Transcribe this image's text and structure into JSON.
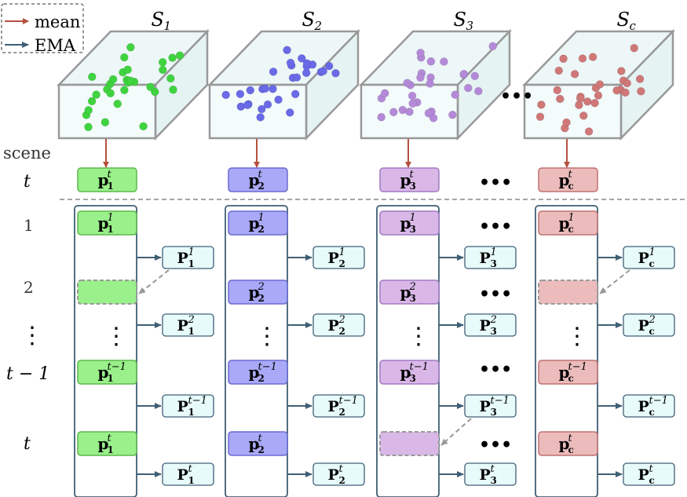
{
  "legend": {
    "mean_label": "mean",
    "ema_label": "EMA",
    "mean_color": "#b5503f",
    "ema_color": "#3f5f75"
  },
  "row_labels": {
    "scene": "scene",
    "t_top": "t",
    "r1": "1",
    "r2": "2",
    "r_dots": "⋮",
    "r_tm1": "t − 1",
    "r_t": "t"
  },
  "scenes": [
    {
      "name": "S",
      "sub": "1",
      "color": "#3fd43f",
      "fill": "#9af08a",
      "stroke": "#5cb84c",
      "missing_row": 2
    },
    {
      "name": "S",
      "sub": "2",
      "color": "#6a6ae8",
      "fill": "#a9a9f7",
      "stroke": "#6a6ad0",
      "missing_row": 0
    },
    {
      "name": "S",
      "sub": "3",
      "color": "#b48ad8",
      "fill": "#d9b8e8",
      "stroke": "#a07ac0",
      "missing_row": 5
    },
    {
      "name": "S",
      "sub": "c",
      "color": "#d07878",
      "fill": "#ecbcbc",
      "stroke": "#c07070",
      "missing_row": 2
    }
  ],
  "p_label": "p",
  "P_label": "P",
  "sup_t": "t",
  "sup_1": "1",
  "sup_2": "2",
  "sup_tm1": "t−1",
  "ellipsis": "•••",
  "vdots": "⋮"
}
